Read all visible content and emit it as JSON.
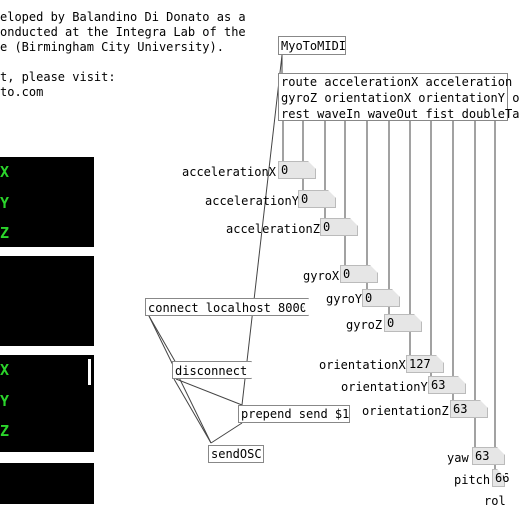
{
  "comment_lines": [
    "eloped by Balandino Di Donato as a",
    "onducted at the Integra Lab of the",
    "e (Birmingham City University).",
    "",
    "t, please visit:",
    "to.com"
  ],
  "objects": {
    "myo": "MyoToMIDI",
    "route_line1": "route accelerationX acceleration",
    "route_line2": "gyroZ orientationX orientationY o",
    "route_line3": "rest waveIn waveOut fist doubleTa",
    "sendosc": "sendOSC"
  },
  "messages": {
    "connect": "connect localhost 8000",
    "disconnect": "disconnect",
    "prepend": "prepend send $1"
  },
  "numbers": {
    "accX": {
      "label": "accelerationX",
      "value": "0"
    },
    "accY": {
      "label": "accelerationY",
      "value": "0"
    },
    "accZ": {
      "label": "accelerationZ",
      "value": "0"
    },
    "gyroX": {
      "label": "gyroX",
      "value": "0"
    },
    "gyroY": {
      "label": "gyroY",
      "value": "0"
    },
    "gyroZ": {
      "label": "gyroZ",
      "value": "0"
    },
    "oriX": {
      "label": "orientationX",
      "value": "127"
    },
    "oriY": {
      "label": "orientationY",
      "value": "63"
    },
    "oriZ": {
      "label": "orientationZ",
      "value": "63"
    },
    "yaw": {
      "label": "yaw",
      "value": "63"
    },
    "pitch": {
      "label": "pitch",
      "value": "66"
    },
    "roll": {
      "label": "rol",
      "value": ""
    }
  },
  "panels": {
    "p1_labels": [
      "X",
      "Y",
      "Z"
    ],
    "p3_labels": [
      "X",
      "Y",
      "Z"
    ]
  },
  "colors": {
    "panel_bg": "#000000",
    "panel_text": "#2bd42b"
  }
}
